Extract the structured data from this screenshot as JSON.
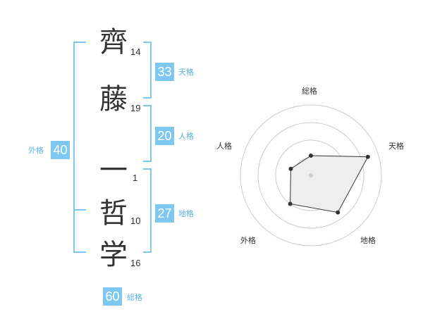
{
  "name": {
    "chars": [
      {
        "char": "齊",
        "strokes": "14"
      },
      {
        "char": "藤",
        "strokes": "19"
      },
      {
        "char": "一",
        "strokes": "1"
      },
      {
        "char": "哲",
        "strokes": "10"
      },
      {
        "char": "学",
        "strokes": "16"
      }
    ]
  },
  "fortune": {
    "tenkaku": {
      "value": "33",
      "label": "天格"
    },
    "jinkaku": {
      "value": "20",
      "label": "人格"
    },
    "chikaku": {
      "value": "27",
      "label": "地格"
    },
    "gaikaku": {
      "value": "40",
      "label": "外格"
    },
    "soukaku": {
      "value": "60",
      "label": "総格"
    }
  },
  "colors": {
    "accent": "#7ec8f0",
    "accent_text": "#5bb3e6",
    "radar_fill": "#eeeeee"
  },
  "chart_data": {
    "type": "radar",
    "axes": [
      "総格",
      "天格",
      "地格",
      "外格",
      "人格"
    ],
    "values": [
      0.28,
      0.85,
      0.65,
      0.5,
      0.3
    ],
    "rings": 4,
    "grid": true
  }
}
